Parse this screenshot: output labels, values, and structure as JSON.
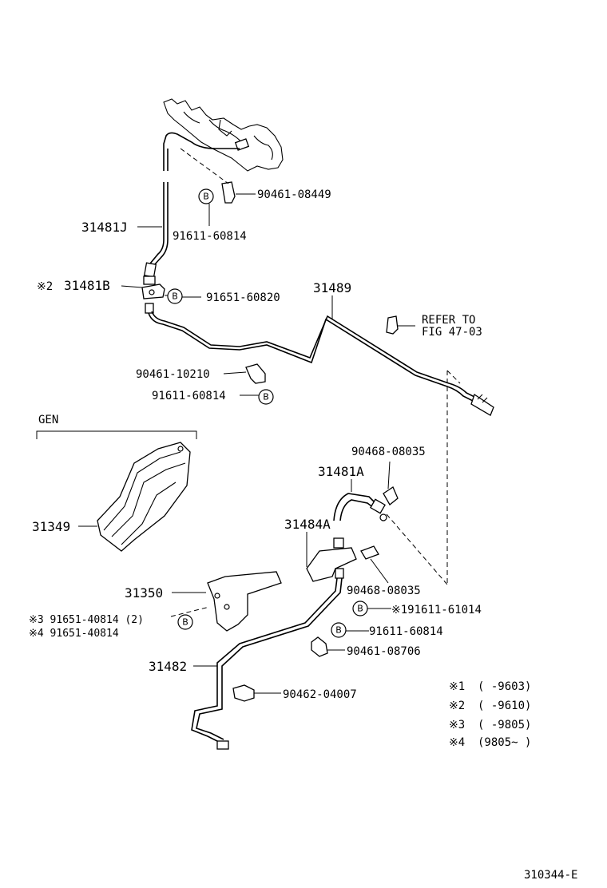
{
  "labels": {
    "p90461_08449": "90461-08449",
    "p91611_60814_a": "91611-60814",
    "p31481J": "31481J",
    "p31481B": "31481B",
    "mark2": "※2",
    "p91651_60820": "91651-60820",
    "p31489": "31489",
    "refer_line1": "REFER TO",
    "refer_line2": "FIG 47-03",
    "p90461_10210": "90461-10210",
    "p91611_60814_b": "91611-60814",
    "gen": "GEN",
    "p31349": "31349",
    "p90468_08035_a": "90468-08035",
    "p31481A": "31481A",
    "p31484A": "31484A",
    "p31350": "31350",
    "p90468_08035_b": "90468-08035",
    "mark3_line": "※3 91651-40814 (2)",
    "mark4_line": "※4 91651-40814",
    "p91611_61014": "※191611-61014",
    "p91611_60814_c": "91611-60814",
    "p90461_08706": "90461-08706",
    "p31482": "31482",
    "p90462_04007": "90462-04007",
    "b_letter": "B"
  },
  "notes": [
    {
      "mark": "※1",
      "range": "(       -9603)"
    },
    {
      "mark": "※2",
      "range": "(       -9610)"
    },
    {
      "mark": "※3",
      "range": "(       -9805)"
    },
    {
      "mark": "※4",
      "range": "(9805~       )"
    }
  ],
  "figure_id": "310344-E"
}
